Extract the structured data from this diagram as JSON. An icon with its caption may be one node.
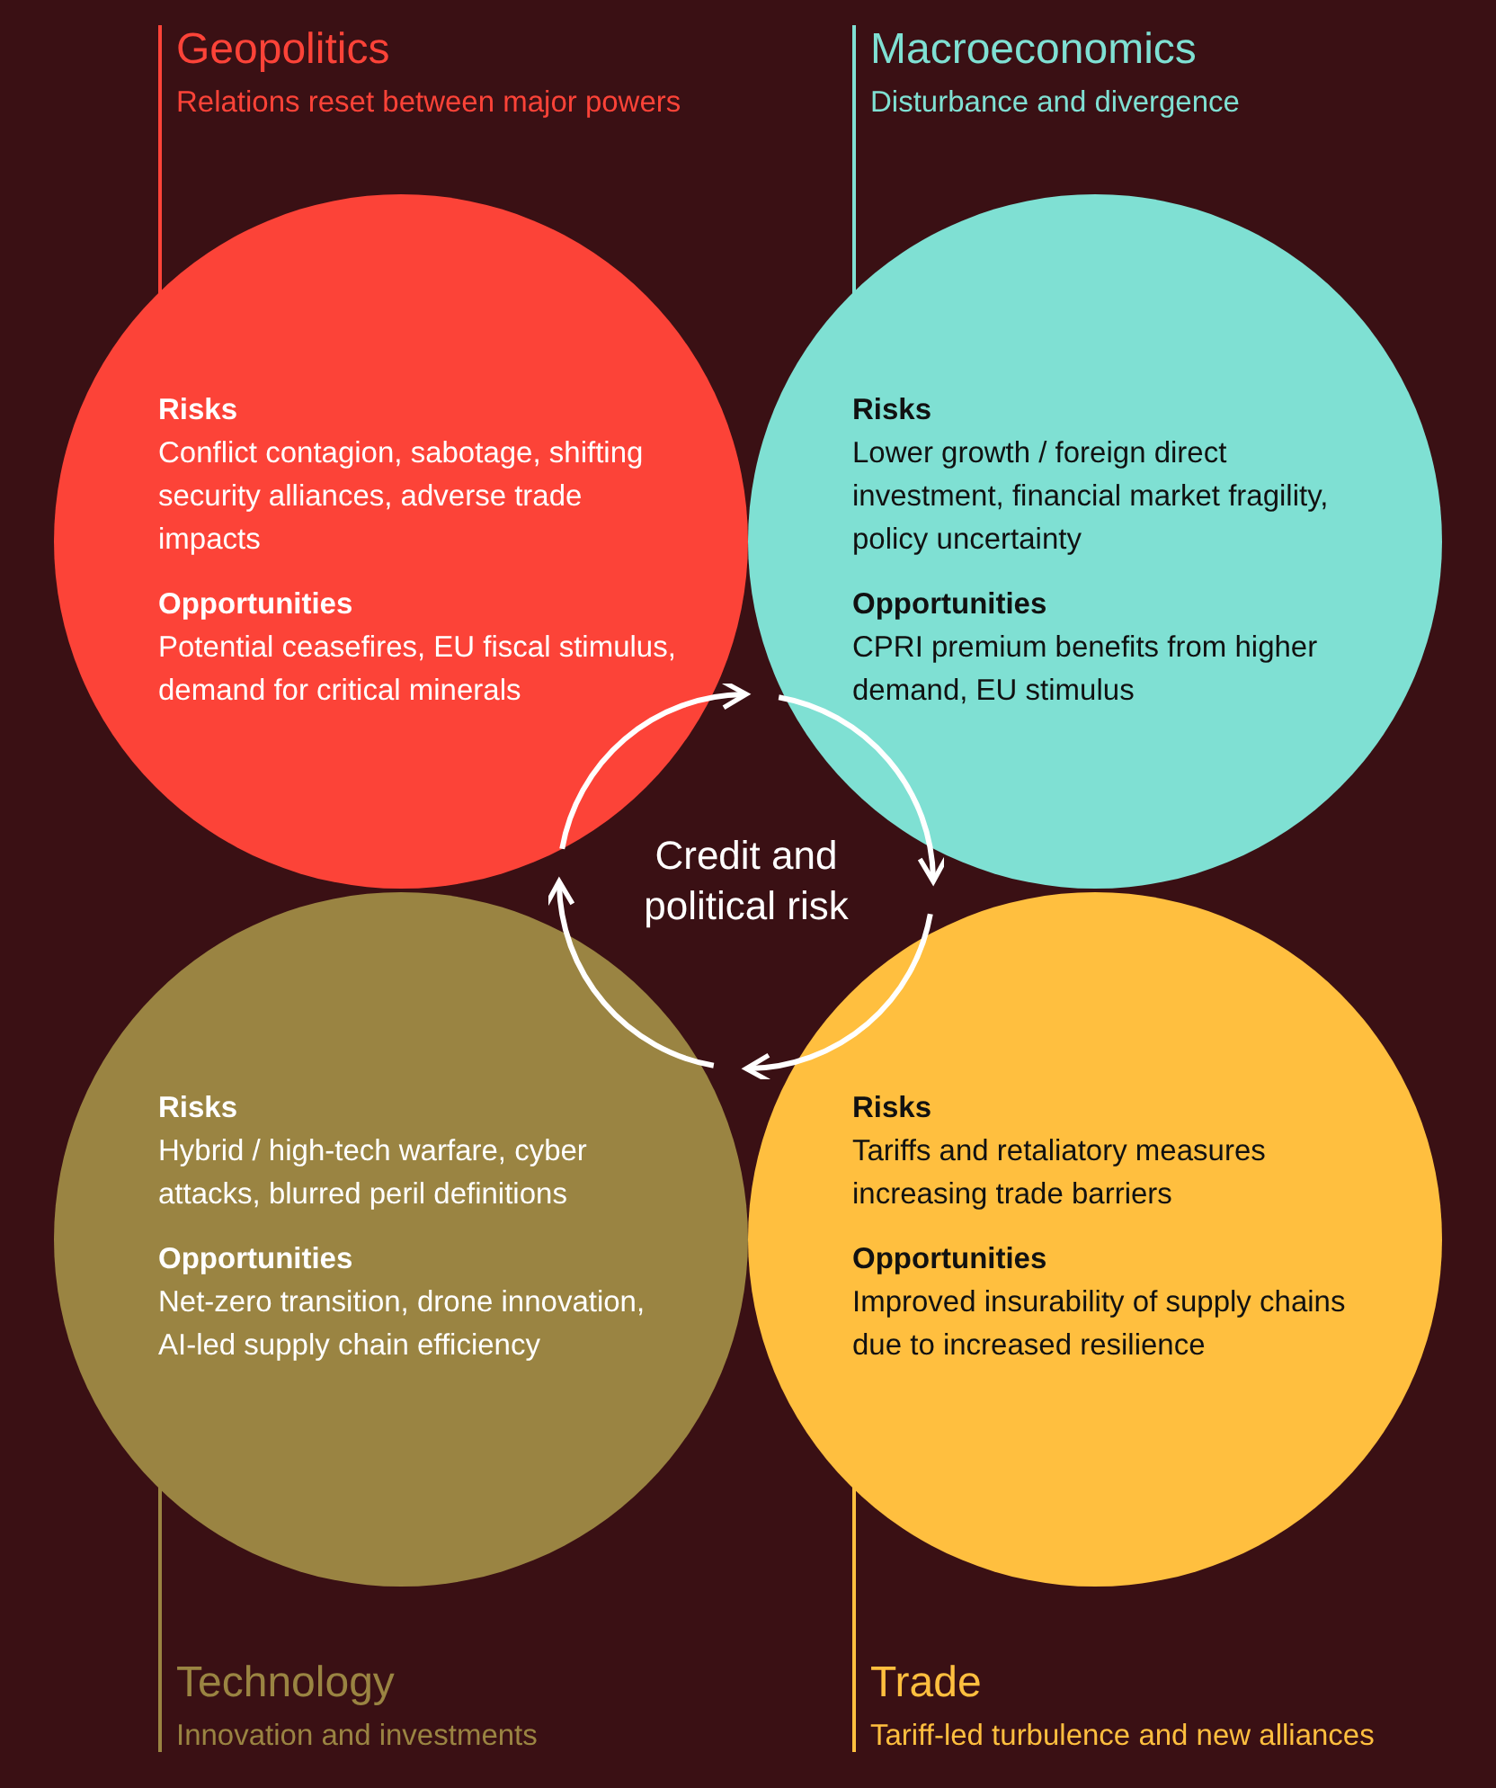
{
  "diagram": {
    "nodes": [
      {
        "text": [
          "Geopolitics",
          "Relations reset between major powers",
          "Risks",
          "Conflict contagion, sabotage, shifting security alliances, adverse trade impacts",
          "Opportunities",
          "Potential ceasefires, EU fiscal stimulus, demand for critical minerals"
        ]
      },
      {
        "text": [
          "Macroeconomics",
          "Disturbance and divergence",
          "Risks",
          "Lower growth / foreign direct investment, financial market fragility, policy uncertainty",
          "Opportunities",
          "CPRI premium benefits from higher demand, EU stimulus"
        ]
      },
      {
        "text": [
          "Credit and political risk"
        ]
      },
      {
        "text": [
          "Technology",
          "Innovation and investments",
          "Risks",
          "Hybrid / high-tech warfare, cyber attacks, blurred peril definitions",
          "Opportunities",
          "Net-zero transition, drone innovation, AI-led supply chain efficiency"
        ]
      },
      {
        "text": [
          "Trade",
          "Tariff-led turbulence and new alliances",
          "Risks",
          "Tariffs and retaliatory measures increasing trade barriers",
          "Opportunities",
          "Improved insurability of supply chains due to increased resilience"
        ]
      }
    ]
  }
}
